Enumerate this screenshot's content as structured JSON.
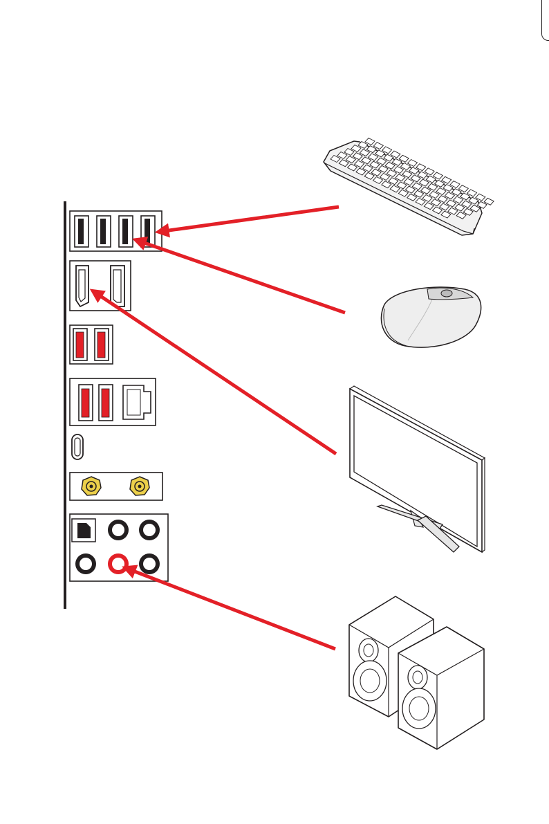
{
  "colors": {
    "line": "#231f20",
    "accent_red": "#e32027",
    "usb_black": "#231f20",
    "antenna_gold": "#ecd04a",
    "device_gray": "#e9e9e9",
    "device_shade": "#bcbcbc",
    "background": "#ffffff"
  },
  "icons": {
    "keyboard": "keyboard-icon",
    "mouse": "mouse-icon",
    "monitor": "monitor-icon",
    "speakers": "speakers-icon"
  },
  "connections": [
    {
      "from": "keyboard",
      "to": "usb-port-4"
    },
    {
      "from": "mouse",
      "to": "usb-port-3"
    },
    {
      "from": "monitor",
      "to": "hdmi-port"
    },
    {
      "from": "speakers",
      "to": "line-out-jack"
    }
  ]
}
